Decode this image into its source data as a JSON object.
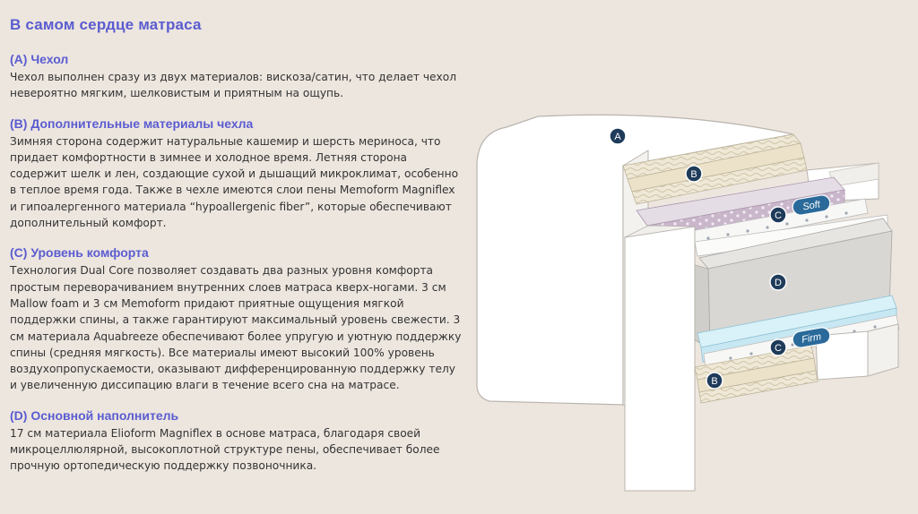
{
  "page": {
    "title": "В самом сердце матраса"
  },
  "sections": [
    {
      "heading": "(A) Чехол",
      "body": "Чехол выполнен сразу из двух материалов: вискоза/сатин, что делает чехол невероятно мягким, шелковистым и приятным на ощупь."
    },
    {
      "heading": "(B) Дополнительные материалы чехла",
      "body": "Зимняя сторона содержит натуральные кашемир и шерсть мериноса, что придает комфортности в зимнее и холодное время. Летняя сторона содержит шелк и лен, создающие сухой и дышащий микроклимат, особенно в теплое время года. Также в чехле имеются слои пены Memoform Magniflex и гипоалергенного материала “hypoallergenic fiber”, которые обеспечивают дополнительный комфорт."
    },
    {
      "heading": "(C) Уровень комфорта",
      "body": "Технология Dual Core позволяет создавать два разных уровня комфорта простым переворачиванием внутренних слоев матраса кверх-ногами. 3 см Mallow foam и 3 см Memoform придают приятные ощущения мягкой поддержки спины, а также гарантируют максимальный уровень свежести. 3 см материала Aquabreeze обеспечивают более упругую и уютную поддержку спины (средняя мягкость). Все материалы имеют высокий 100% уровень воздухопропускаемости, оказывают дифференцированную поддержку телу и увеличенную диссипацию влаги в течение всего сна на матрасе."
    },
    {
      "heading": "(D) Основной наполнитель",
      "body": "17 см материала Elioform Magniflex в основе матраса, благодаря своей микроцеллюлярной, высокоплотной структуре пены, обеспечивает более прочную ортопедическую поддержку позвоночника."
    }
  ],
  "diagram": {
    "labels": {
      "a": "A",
      "b_top": "B",
      "c_top": "C",
      "d": "D",
      "c_bottom": "C",
      "b_bottom": "B"
    },
    "tags": {
      "soft": "Soft",
      "firm": "Firm"
    },
    "colors": {
      "accent": "#5a5cd0",
      "badge": "#1f3b5a",
      "tag": "#2a6a9a",
      "soft_foam": "#c6b3c8",
      "core_foam": "#d9d8d6",
      "aqua_foam": "#cfe9f3"
    }
  }
}
